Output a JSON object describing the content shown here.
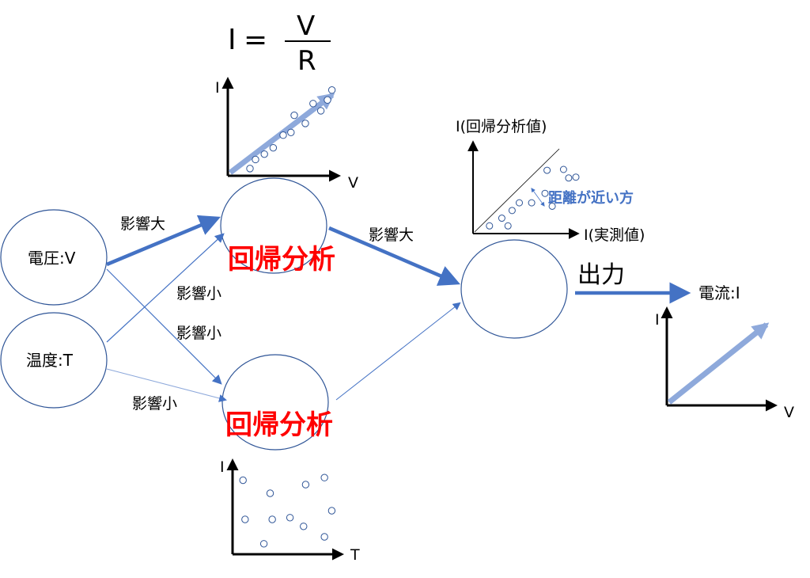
{
  "formula": {
    "lhs": "I",
    "eq": "=",
    "numerator": "V",
    "denominator": "R"
  },
  "inputs": {
    "voltage": "電圧:V",
    "temperature": "温度:T"
  },
  "regression_label": "回帰分析",
  "output": {
    "label": "出力",
    "target": "電流:I"
  },
  "edges": {
    "large": "影響大",
    "small": "影響小"
  },
  "axes": {
    "i": "I",
    "v": "V",
    "t": "T",
    "predicted": "I(回帰分析値)",
    "actual": "I(実測値)"
  },
  "annotation": "距離が近い方",
  "colors": {
    "arrow": "#4472C4",
    "light_arrow": "#8EA9DB",
    "highlight": "#FF0000",
    "node_stroke": "#2F5597"
  },
  "plots": {
    "iv": [
      [
        0.2,
        0.08
      ],
      [
        0.25,
        0.18
      ],
      [
        0.33,
        0.24
      ],
      [
        0.41,
        0.31
      ],
      [
        0.5,
        0.45
      ],
      [
        0.57,
        0.48
      ],
      [
        0.6,
        0.67
      ],
      [
        0.7,
        0.58
      ],
      [
        0.77,
        0.8
      ],
      [
        0.84,
        0.72
      ],
      [
        0.9,
        0.84
      ],
      [
        0.94,
        0.95
      ]
    ],
    "it": [
      [
        0.1,
        0.85
      ],
      [
        0.36,
        0.7
      ],
      [
        0.7,
        0.8
      ],
      [
        0.88,
        0.88
      ],
      [
        0.12,
        0.4
      ],
      [
        0.38,
        0.4
      ],
      [
        0.55,
        0.42
      ],
      [
        0.68,
        0.32
      ],
      [
        0.95,
        0.5
      ],
      [
        0.3,
        0.12
      ],
      [
        0.88,
        0.2
      ]
    ],
    "compare": [
      [
        0.16,
        0.09
      ],
      [
        0.28,
        0.18
      ],
      [
        0.34,
        0.09
      ],
      [
        0.38,
        0.27
      ],
      [
        0.45,
        0.36
      ],
      [
        0.57,
        0.36
      ],
      [
        0.7,
        0.47
      ],
      [
        0.72,
        0.74
      ],
      [
        0.77,
        0.32
      ],
      [
        0.88,
        0.75
      ],
      [
        0.93,
        0.65
      ],
      [
        1.0,
        0.66
      ]
    ]
  }
}
